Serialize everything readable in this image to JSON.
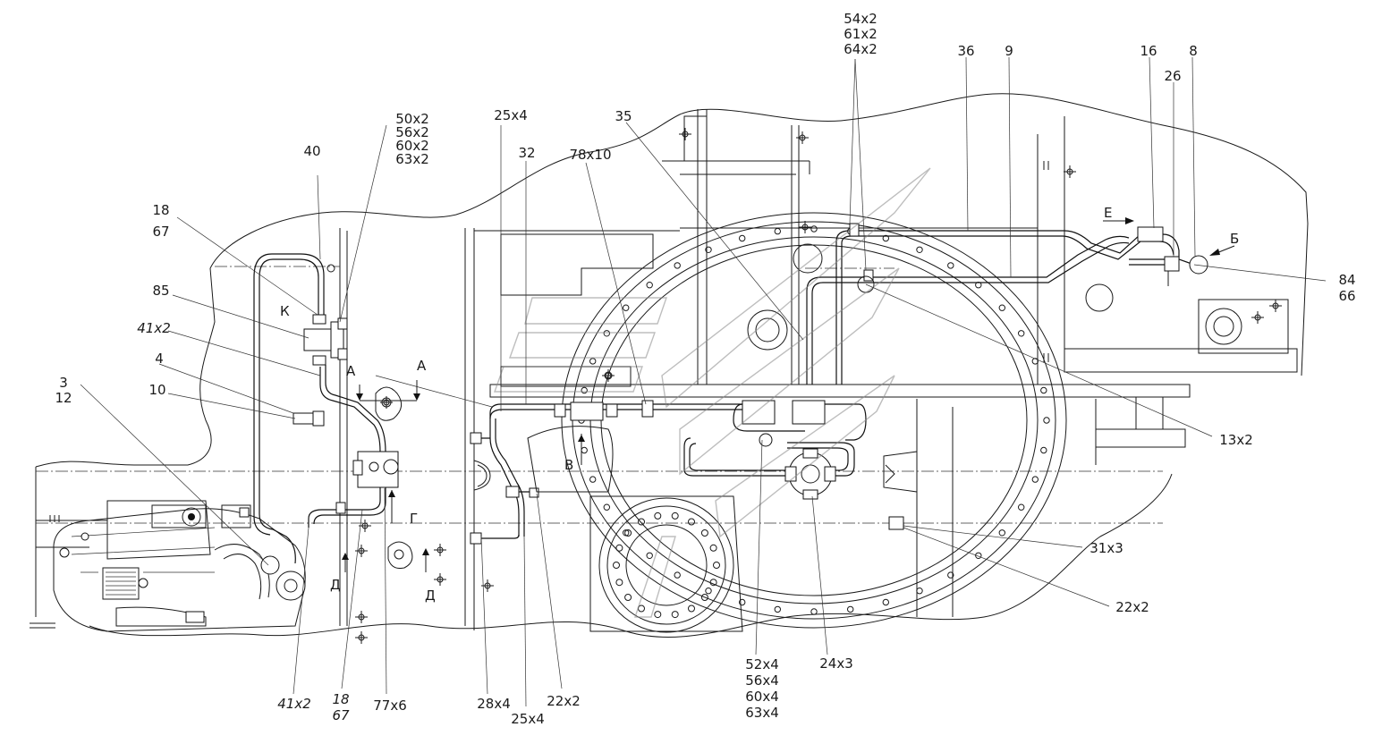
{
  "callouts": [
    {
      "id": "c54",
      "lines": [
        "54x2",
        "61x2",
        "64x2"
      ]
    },
    {
      "id": "c36",
      "lines": [
        "36"
      ]
    },
    {
      "id": "c9",
      "lines": [
        "9"
      ]
    },
    {
      "id": "c16",
      "lines": [
        "16"
      ]
    },
    {
      "id": "c26",
      "lines": [
        "26"
      ]
    },
    {
      "id": "c8",
      "lines": [
        "8"
      ]
    },
    {
      "id": "c35",
      "lines": [
        "35"
      ]
    },
    {
      "id": "c25top",
      "lines": [
        "25x4"
      ]
    },
    {
      "id": "c32",
      "lines": [
        "32"
      ]
    },
    {
      "id": "c78",
      "lines": [
        "78x10"
      ]
    },
    {
      "id": "c50",
      "lines": [
        "50x2",
        "56x2",
        "60x2",
        "63x2"
      ]
    },
    {
      "id": "c40",
      "lines": [
        "40"
      ]
    },
    {
      "id": "c18",
      "lines": [
        "18",
        "67"
      ]
    },
    {
      "id": "c85",
      "lines": [
        "85"
      ]
    },
    {
      "id": "c41top",
      "lines": [
        "41x2"
      ],
      "italic": true
    },
    {
      "id": "c4",
      "lines": [
        "4"
      ]
    },
    {
      "id": "c10",
      "lines": [
        "10"
      ]
    },
    {
      "id": "c3",
      "lines": [
        "3",
        "12"
      ],
      "italic_second": true
    },
    {
      "id": "c84",
      "lines": [
        "84",
        "66"
      ]
    },
    {
      "id": "c13",
      "lines": [
        "13x2"
      ]
    },
    {
      "id": "c31",
      "lines": [
        "31x3"
      ]
    },
    {
      "id": "c22right",
      "lines": [
        "22x2"
      ]
    },
    {
      "id": "c52",
      "lines": [
        "52x4",
        "56x4",
        "60x4",
        "63x4"
      ]
    },
    {
      "id": "c24",
      "lines": [
        "24x3"
      ]
    },
    {
      "id": "c22bottom",
      "lines": [
        "22x2"
      ]
    },
    {
      "id": "c25bottom",
      "lines": [
        "25x4"
      ]
    },
    {
      "id": "c28",
      "lines": [
        "28x4"
      ]
    },
    {
      "id": "c77",
      "lines": [
        "77x6"
      ]
    },
    {
      "id": "c18bottom",
      "lines": [
        "18",
        "67"
      ],
      "italic": true
    },
    {
      "id": "c41bottom",
      "lines": [
        "41x2"
      ],
      "italic": true
    }
  ],
  "view_letters": {
    "K": "К",
    "A1": "А",
    "A2": "А",
    "V": "В",
    "G": "Г",
    "D1": "Д",
    "D2": "Д",
    "E": "Е",
    "B": "Б"
  }
}
